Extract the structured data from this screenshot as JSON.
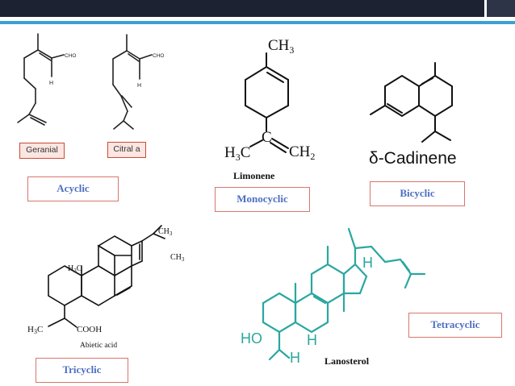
{
  "categories": {
    "acyclic": "Acyclic",
    "monocyclic": "Monocyclic",
    "bicyclic": "Bicyclic",
    "tricyclic": "Tricyclic",
    "tetracyclic": "Tetracyclic"
  },
  "compounds": {
    "geranial": "Geranial",
    "citral_a": "Citral a",
    "limonene": "Limonene",
    "cadinene": "δ-Cadinene",
    "abietic_acid": "Abietic acid",
    "lanosterol": "Lanosterol"
  },
  "atom_labels": {
    "cho": "CHO",
    "h": "H",
    "ch3": "CH",
    "sub3": "3",
    "ch2": "CH",
    "sub2": "2",
    "h3c": "H",
    "c": "C",
    "cooh": "COOH",
    "ho": "HO"
  },
  "colors": {
    "header_bar": "#1d2232",
    "accent_line": "#3aa0d6",
    "category_text": "#4d6fc2",
    "category_border": "#d9756f",
    "lanosterol_structure": "#2aa7a0"
  }
}
